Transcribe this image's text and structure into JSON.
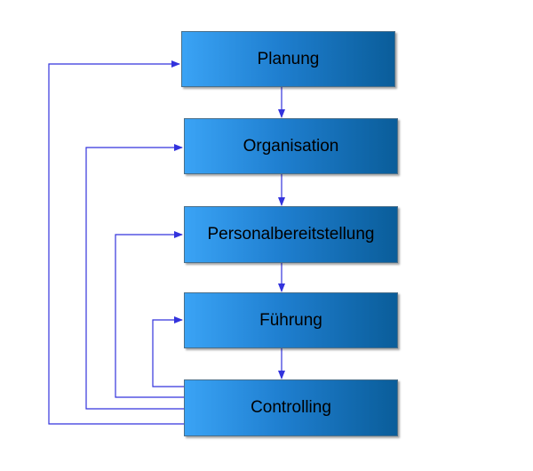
{
  "diagram": {
    "nodes": [
      {
        "id": "planung",
        "label": "Planung"
      },
      {
        "id": "organisation",
        "label": "Organisation"
      },
      {
        "id": "personalbereitstellung",
        "label": "Personalbereitstellung"
      },
      {
        "id": "fuehrung",
        "label": "Führung"
      },
      {
        "id": "controlling",
        "label": "Controlling"
      }
    ],
    "edges": [
      {
        "from": "planung",
        "to": "organisation",
        "kind": "sequence"
      },
      {
        "from": "organisation",
        "to": "personalbereitstellung",
        "kind": "sequence"
      },
      {
        "from": "personalbereitstellung",
        "to": "fuehrung",
        "kind": "sequence"
      },
      {
        "from": "fuehrung",
        "to": "controlling",
        "kind": "sequence"
      },
      {
        "from": "controlling",
        "to": "planung",
        "kind": "feedback"
      },
      {
        "from": "controlling",
        "to": "organisation",
        "kind": "feedback"
      },
      {
        "from": "controlling",
        "to": "personalbereitstellung",
        "kind": "feedback"
      },
      {
        "from": "controlling",
        "to": "fuehrung",
        "kind": "feedback"
      }
    ],
    "colors": {
      "connector": "#3333dd",
      "box_light": "#3aa3f5",
      "box_dark": "#0a5d9a",
      "text": "#000000"
    }
  }
}
